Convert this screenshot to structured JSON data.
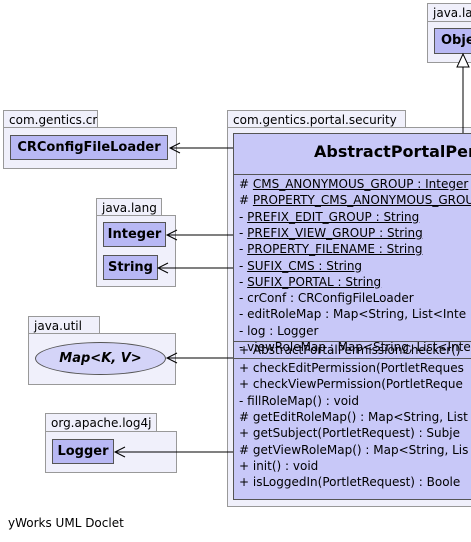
{
  "packages": {
    "java_lang_top": {
      "name": "java.la",
      "class": "Obje"
    },
    "cr": {
      "name": "com.gentics.cr",
      "class": "CRConfigFileLoader"
    },
    "security": {
      "name": "com.gentics.portal.security"
    },
    "java_lang": {
      "name": "java.lang",
      "classes": [
        "Integer",
        "String"
      ]
    },
    "java_util": {
      "name": "java.util",
      "interface": "Map<K, V>"
    },
    "log4j": {
      "name": "org.apache.log4j",
      "class": "Logger"
    }
  },
  "main_class": {
    "title": "AbstractPortalPer",
    "fields": [
      {
        "text": "# CMS_ANONYMOUS_GROUP : Integer",
        "static": true
      },
      {
        "text": "# PROPERTY_CMS_ANONYMOUS_GROUP",
        "static": true
      },
      {
        "text": "- PREFIX_EDIT_GROUP : String",
        "static": true
      },
      {
        "text": "- PREFIX_VIEW_GROUP : String",
        "static": true
      },
      {
        "text": "- PROPERTY_FILENAME : String",
        "static": true
      },
      {
        "text": "- SUFIX_CMS : String",
        "static": true
      },
      {
        "text": "- SUFIX_PORTAL : String",
        "static": true
      },
      {
        "text": "- crConf : CRConfigFileLoader",
        "static": false
      },
      {
        "text": "- editRoleMap : Map<String, List<Inte",
        "static": false
      },
      {
        "text": "- log : Logger",
        "static": false
      },
      {
        "text": "- viewRoleMap : Map<String, List<Inte",
        "static": false
      }
    ],
    "constructors": [
      "+ AbstractPortalPermissionChecker()"
    ],
    "methods": [
      "+ checkEditPermission(PortletReques",
      "+ checkViewPermission(PortletReque",
      "- fillRoleMap() : void",
      "# getEditRoleMap() : Map<String, List",
      "+ getSubject(PortletRequest) : Subje",
      "# getViewRoleMap() : Map<String, Lis",
      "+ init() : void",
      "+ isLoggedIn(PortletRequest) : Boole"
    ]
  },
  "footer": "yWorks UML Doclet"
}
